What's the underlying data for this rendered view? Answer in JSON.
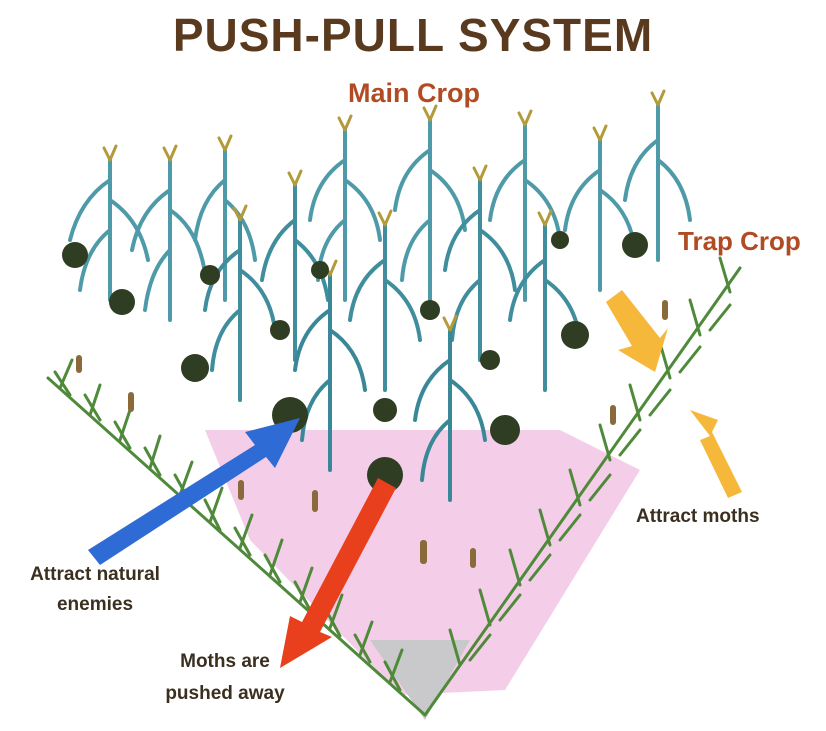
{
  "title": "PUSH-PULL SYSTEM",
  "labels": {
    "main_crop": "Main Crop",
    "trap_crop": "Trap Crop",
    "attract_moths": "Attract moths",
    "attract_natural_enemies": "Attract natural enemies",
    "moths_pushed_away": "Moths are pushed away"
  },
  "colors": {
    "title": "#5a3a1e",
    "crop_label": "#b04b24",
    "push_arrow": "#e8401c",
    "pull_arrow_natural_enemies": "#2f6bd4",
    "pull_arrow_moths": "#f5b83a",
    "maize": "#4f9aa8",
    "grass": "#4f8a3a",
    "pink_zone": "#f2c6e4"
  }
}
